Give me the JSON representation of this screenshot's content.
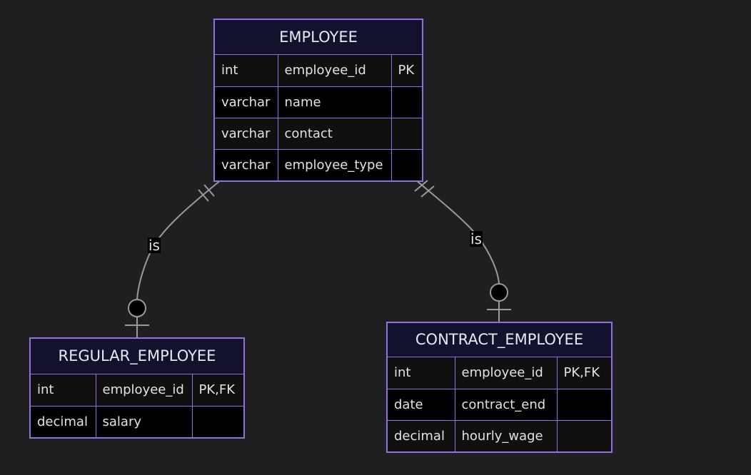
{
  "entities": {
    "employee": {
      "name": "EMPLOYEE",
      "attributes": [
        {
          "type": "int",
          "name": "employee_id",
          "key": "PK"
        },
        {
          "type": "varchar",
          "name": "name",
          "key": ""
        },
        {
          "type": "varchar",
          "name": "contact",
          "key": ""
        },
        {
          "type": "varchar",
          "name": "employee_type",
          "key": ""
        }
      ]
    },
    "regular_employee": {
      "name": "REGULAR_EMPLOYEE",
      "attributes": [
        {
          "type": "int",
          "name": "employee_id",
          "key": "PK,FK"
        },
        {
          "type": "decimal",
          "name": "salary",
          "key": ""
        }
      ]
    },
    "contract_employee": {
      "name": "CONTRACT_EMPLOYEE",
      "attributes": [
        {
          "type": "int",
          "name": "employee_id",
          "key": "PK,FK"
        },
        {
          "type": "date",
          "name": "contract_end",
          "key": ""
        },
        {
          "type": "decimal",
          "name": "hourly_wage",
          "key": ""
        }
      ]
    }
  },
  "relationships": [
    {
      "from": "EMPLOYEE",
      "to": "REGULAR_EMPLOYEE",
      "label": "is",
      "from_cardinality": "exactly-one",
      "to_cardinality": "zero-or-one"
    },
    {
      "from": "EMPLOYEE",
      "to": "CONTRACT_EMPLOYEE",
      "label": "is",
      "from_cardinality": "exactly-one",
      "to_cardinality": "zero-or-one"
    }
  ],
  "colors": {
    "background": "#1f1f21",
    "entity_border": "#9370db",
    "header_fill": "#12122e",
    "row_fill_odd": "#101010",
    "row_fill_even": "#000000",
    "edge": "#9a9a9a",
    "text": "#e2e2e2"
  }
}
